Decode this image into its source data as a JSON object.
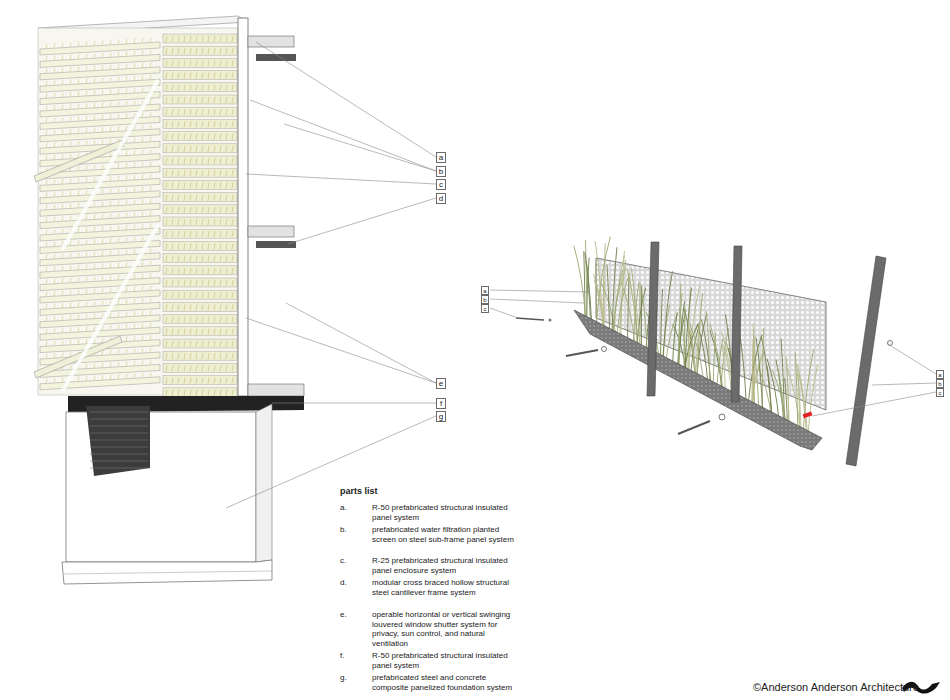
{
  "diagram": {
    "nodes": [
      {
        "text": [
          "a"
        ]
      },
      {
        "text": [
          "b"
        ]
      },
      {
        "text": [
          "c"
        ]
      },
      {
        "text": [
          "d"
        ]
      },
      {
        "text": [
          "e"
        ]
      },
      {
        "text": [
          "f"
        ]
      },
      {
        "text": [
          "g"
        ]
      },
      {
        "text": [
          "a"
        ]
      },
      {
        "text": [
          "b"
        ]
      },
      {
        "text": [
          "c"
        ]
      },
      {
        "text": [
          "a"
        ]
      },
      {
        "text": [
          "b"
        ]
      },
      {
        "text": [
          "c"
        ]
      }
    ],
    "labels": [
      "parts list",
      "a.",
      "R-50 prefabricated structural insulated panel system",
      "b.",
      "prefabricated water filtration planted screen on steel sub-frame panel system",
      "c.",
      "R-25 prefabricated structural insulated panel enclosure system",
      "d.",
      "modular cross braced hollow structural steel cantilever frame system",
      "e.",
      "operable horizontal or vertical swinging louvered window shutter system for privacy, sun control, and natural ventilation",
      "f.",
      "R-50 prefabricated structural insulated panel system",
      "g.",
      "prefabricated steel and concrete composite panelized foundation system",
      "©Anderson Anderson Architecture"
    ]
  }
}
